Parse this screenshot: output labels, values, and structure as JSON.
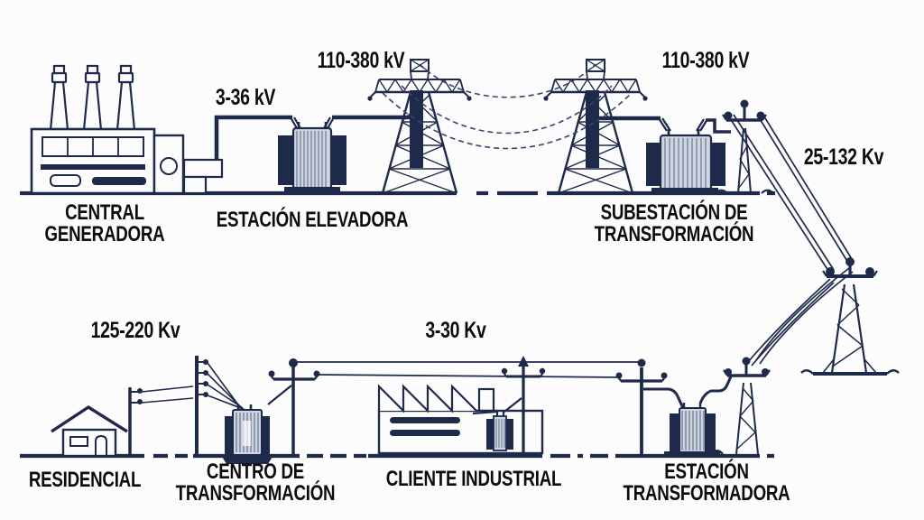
{
  "colors": {
    "ink": "#1e2a4a",
    "label_text": "#0c0c0e",
    "background": "#fcfcfd",
    "transformer_body_fill": "#cfd6e3"
  },
  "voltage_labels": {
    "generation": "3-36 kV",
    "transmission_left": "110-380 kV",
    "transmission_right": "110-380 kV",
    "subtransmission": "25-132 Kv",
    "residential_distribution": "125-220 Kv",
    "industrial_distribution": "3-30 Kv"
  },
  "station_labels": {
    "central_generadora": {
      "line1": "CENTRAL",
      "line2": "GENERADORA"
    },
    "estacion_elevadora": {
      "line1": "ESTACIÓN ELEVADORA"
    },
    "subestacion_transformacion": {
      "line1": "SUBESTACIÓN DE",
      "line2": "TRANSFORMACIÓN"
    },
    "residencial": {
      "line1": "RESIDENCIAL"
    },
    "centro_transformacion": {
      "line1": "CENTRO DE",
      "line2": "TRANSFORMACIÓN"
    },
    "cliente_industrial": {
      "line1": "CLIENTE INDUSTRIAL"
    },
    "estacion_transformadora": {
      "line1": "ESTACIÓN",
      "line2": "TRANSFORMADORA"
    }
  }
}
